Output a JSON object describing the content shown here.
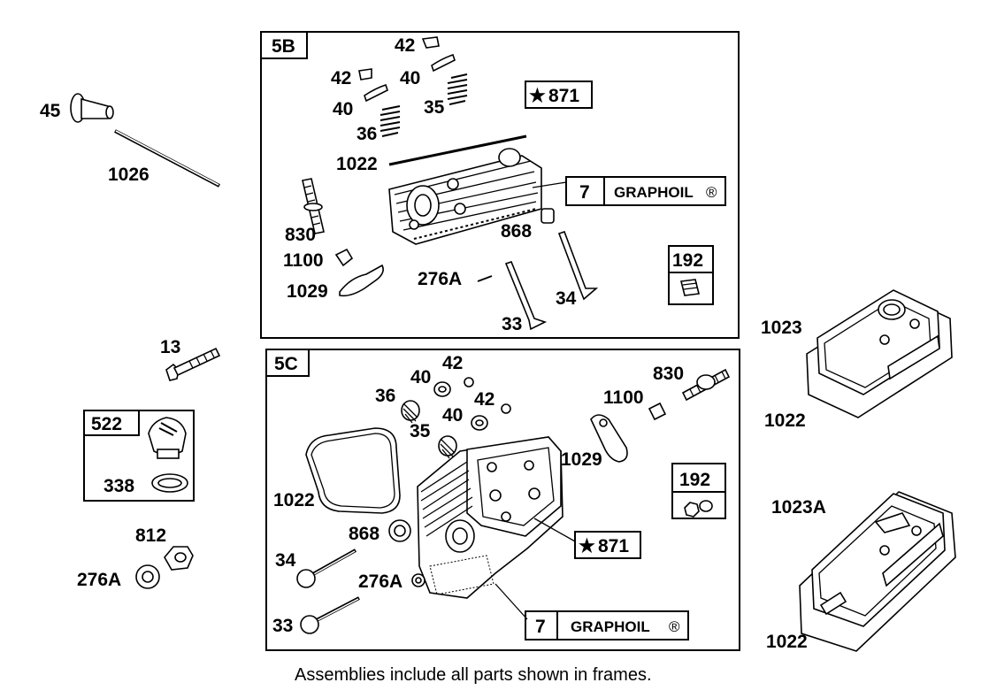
{
  "frames": {
    "top": {
      "label": "5B"
    },
    "bottom": {
      "label": "5C"
    }
  },
  "callouts": {
    "p45": "45",
    "p1026": "1026",
    "p13": "13",
    "p812": "812",
    "p276a_left": "276A",
    "p1023": "1023",
    "p1022_r1": "1022",
    "p1023a": "1023A",
    "p1022_r2": "1022",
    "b_42a": "42",
    "b_40a": "40",
    "b_42b": "42",
    "b_40b": "40",
    "b_35": "35",
    "b_36": "36",
    "b_1022": "1022",
    "b_830": "830",
    "b_1100": "1100",
    "b_1029": "1029",
    "b_868": "868",
    "b_276a": "276A",
    "b_33": "33",
    "b_34": "34",
    "c_42a": "42",
    "c_40a": "40",
    "c_36": "36",
    "c_42b": "42",
    "c_40b": "40",
    "c_35": "35",
    "c_830": "830",
    "c_1100": "1100",
    "c_1029": "1029",
    "c_1022": "1022",
    "c_868": "868",
    "c_34": "34",
    "c_276a": "276A",
    "c_33": "33"
  },
  "boxes": {
    "b_871": "871",
    "b_7_num": "7",
    "b_7_text": "GRAPHOIL",
    "b_192": "192",
    "c_871": "871",
    "c_7_num": "7",
    "c_7_text": "GRAPHOIL",
    "c_192": "192",
    "kit_522": "522",
    "kit_338": "338"
  },
  "symbols": {
    "star": "★",
    "registered": "®"
  },
  "footer": {
    "note": "Assemblies include all parts shown in frames."
  }
}
